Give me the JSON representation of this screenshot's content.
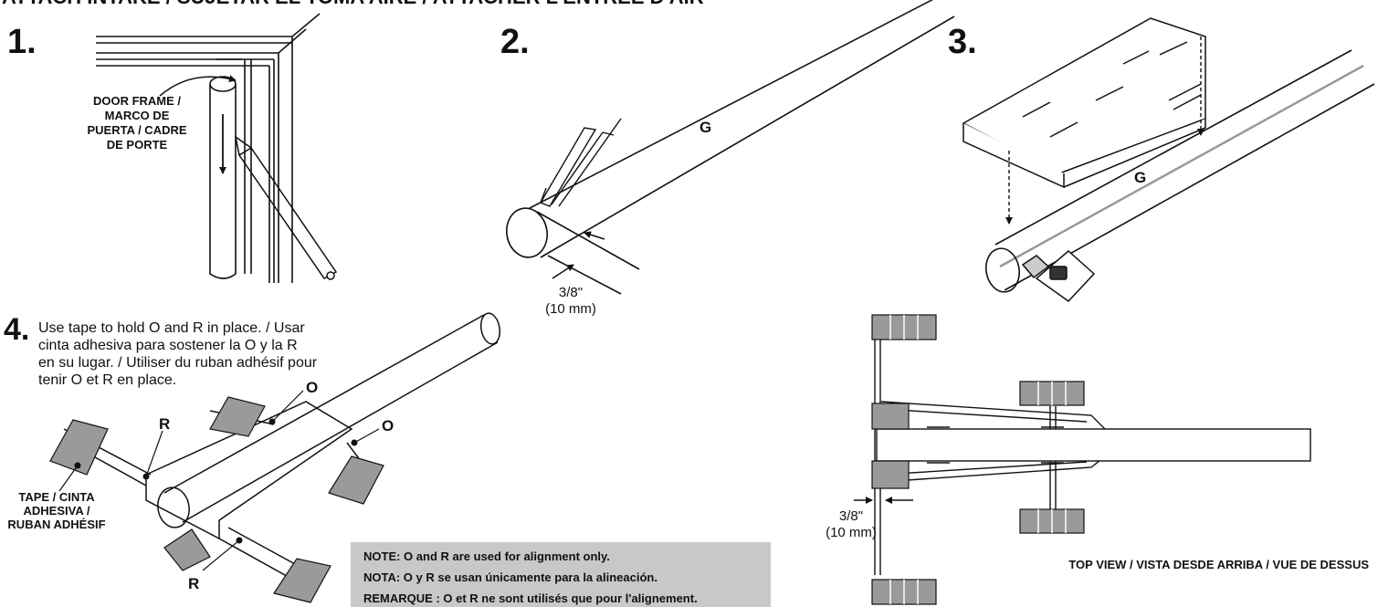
{
  "header": {
    "title": "ATTACH INTAKE / SUJETAR EL TOMA AIRE / ATTACHER L'ENTRÉE D'AIR"
  },
  "step1": {
    "number": "1.",
    "door_frame_label": [
      "DOOR FRAME /",
      "MARCO DE",
      "PUERTA / CADRE",
      "DE PORTE"
    ]
  },
  "step2": {
    "number": "2.",
    "part_label": "G",
    "measure_inch": "3/8\"",
    "measure_mm": "(10 mm)"
  },
  "step3": {
    "number": "3.",
    "part_label": "G"
  },
  "step4": {
    "number": "4.",
    "instruction": [
      "Use tape to hold O and R in place. / Usar",
      "cinta adhesiva para sostener la O y la R",
      "en su lugar. / Utiliser du ruban adhésif pour",
      "tenir O et R en place."
    ],
    "part_o": "O",
    "part_r": "R",
    "tape_label": [
      "TAPE / CINTA",
      "ADHESIVA /",
      "RUBAN ADHÉSIF"
    ]
  },
  "note": {
    "lines": [
      "NOTE: O and R are used for alignment only.",
      "NOTA: O y R se usan únicamente para la alineación.",
      "REMARQUE : O et R ne sont utilisés que pour l'alignement."
    ]
  },
  "top_view": {
    "measure_inch": "3/8\"",
    "measure_mm": "(10 mm)",
    "caption": "TOP VIEW / VISTA DESDE ARRIBA / VUE DE DESSUS"
  },
  "colors": {
    "ink": "#111111",
    "tape": "#9a9a9a",
    "note_bg": "#c8c8c8",
    "line_gray": "#888888"
  }
}
